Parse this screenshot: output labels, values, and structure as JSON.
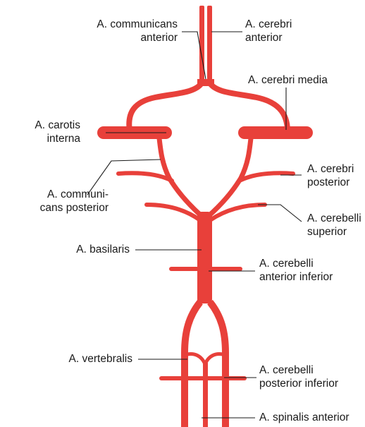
{
  "labels": {
    "communicans_anterior": {
      "line1": "A. communicans",
      "line2": "anterior"
    },
    "cerebri_anterior": {
      "line1": "A. cerebri",
      "line2": "anterior"
    },
    "cerebri_media": {
      "line1": "A. cerebri media"
    },
    "carotis_interna": {
      "line1": "A. carotis",
      "line2": "interna"
    },
    "cerebri_posterior": {
      "line1": "A. cerebri",
      "line2": "posterior"
    },
    "communicans_posterior": {
      "line1": "A. communi-",
      "line2": "cans posterior"
    },
    "cerebelli_superior": {
      "line1": "A. cerebelli",
      "line2": "superior"
    },
    "basilaris": {
      "line1": "A. basilaris"
    },
    "cerebelli_anterior_inferior": {
      "line1": "A. cerebelli",
      "line2": "anterior inferior"
    },
    "vertebralis": {
      "line1": "A. vertebralis"
    },
    "cerebelli_posterior_inferior": {
      "line1": "A. cerebelli",
      "line2": "posterior inferior"
    },
    "spinalis_anterior": {
      "line1": "A. spinalis anterior"
    }
  },
  "colors": {
    "artery": "#e8403a",
    "leader_line": "#1a1a1a",
    "text": "#1a1a1a"
  }
}
